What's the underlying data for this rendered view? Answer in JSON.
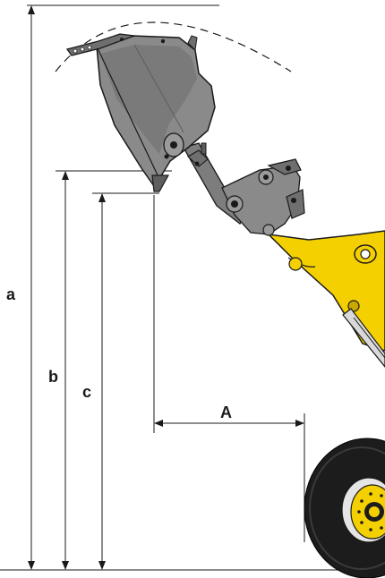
{
  "dimensions": {
    "a": "a",
    "b": "b",
    "c": "c",
    "A": "A"
  },
  "colors": {
    "machine_yellow": "#f5d000",
    "machine_yellow_dark": "#c9a800",
    "bucket_gray": "#8a8a8a",
    "bucket_gray_dark": "#5e5e5e",
    "linkage_gray": "#7d7d7d",
    "tire_black": "#1c1c1c",
    "line": "#1a1a1a"
  },
  "icons": [
    "bucket-icon",
    "lift-arm-icon",
    "wheel-icon"
  ]
}
